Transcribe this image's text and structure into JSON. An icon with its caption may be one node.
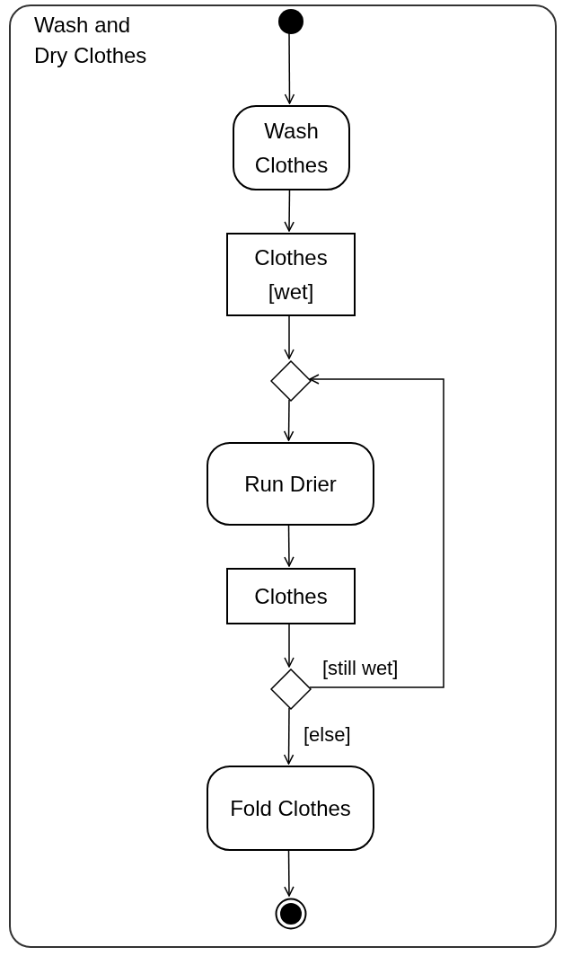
{
  "diagram": {
    "nodes": [
      {
        "text": [
          "Wash and Dry Clothes"
        ]
      },
      {
        "text": [],
        "shape": "circle",
        "in": 0
      },
      {
        "text": [
          "Wash Clothes"
        ],
        "in": 0
      },
      {
        "text": [
          "Clothes [wet]"
        ],
        "in": 0
      },
      {
        "text": [],
        "shape": "diamond",
        "in": 0
      },
      {
        "text": [
          "Run Drier"
        ],
        "in": 0
      },
      {
        "text": [
          "Clothes"
        ],
        "in": 0
      },
      {
        "text": [],
        "shape": "diamond",
        "in": 0
      },
      {
        "text": [
          "Fold Clothes"
        ],
        "in": 0
      },
      {
        "text": [],
        "shape": "circle",
        "in": 0
      }
    ],
    "edges": [
      {
        "from": 1,
        "to": 2,
        "arrow": "to"
      },
      {
        "from": 2,
        "to": 3,
        "arrow": "to"
      },
      {
        "from": 3,
        "to": 4,
        "arrow": "to"
      },
      {
        "from": 4,
        "to": 5,
        "arrow": "to"
      },
      {
        "from": 5,
        "to": 6,
        "arrow": "to"
      },
      {
        "from": 6,
        "to": 7,
        "arrow": "to"
      },
      {
        "from": 7,
        "to": 4,
        "label": "[still wet]",
        "arrow": "to"
      },
      {
        "from": 7,
        "to": 8,
        "label": "[else]",
        "arrow": "to"
      },
      {
        "from": 8,
        "to": 9,
        "arrow": "to"
      }
    ]
  }
}
